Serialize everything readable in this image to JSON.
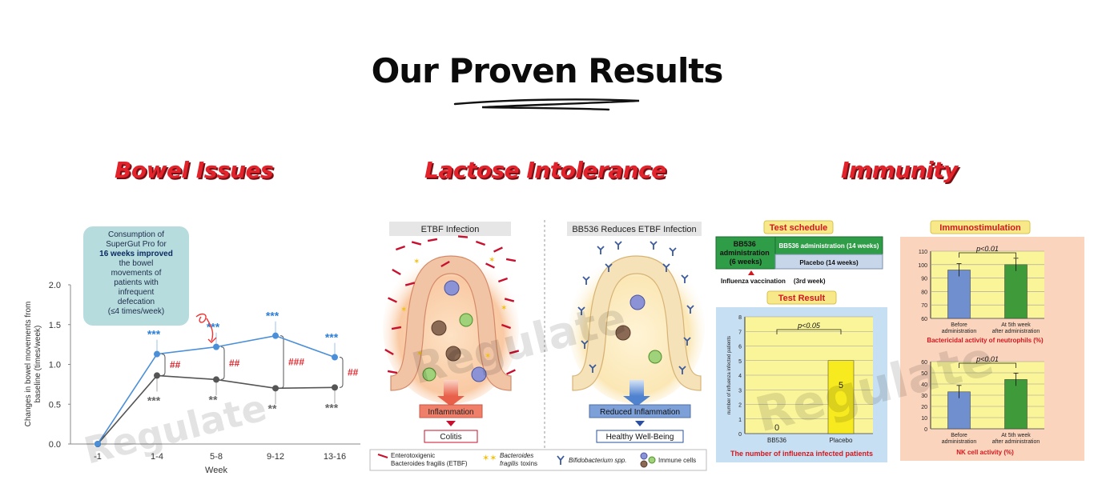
{
  "page": {
    "title": "Our Proven Results",
    "watermark": "Regulate"
  },
  "sections": {
    "bowel": "Bowel Issues",
    "lactose": "Lactose Intolerance",
    "immunity": "Immunity"
  },
  "bowel_callout": {
    "line1": "Consumption of",
    "line2": "SuperGut Pro for",
    "bold": "16 weeks improved",
    "line4": "the bowel",
    "line5": "movements of",
    "line6": "patients with",
    "line7": "infrequent",
    "line8": "defecation",
    "line9": "(≤4 times/week)"
  },
  "lactose_figure": {
    "left_panel_title": "ETBF Infection",
    "right_panel_title": "BB536 Reduces ETBF Infection",
    "left_box1": "Inflammation",
    "left_box2": "Colitis",
    "right_box1": "Reduced Inflammation",
    "right_box2": "Healthy Well-Being",
    "legend": {
      "etbf_line1": "Enterotoxigenic",
      "etbf_line2": "Bacteroides fragilis (ETBF)",
      "toxins_line1": "Bacteroides",
      "toxins_line2": "fragilis",
      "toxins_line2b": "toxins",
      "bifido": "Bifidobacterium spp.",
      "immune": "Immune cells"
    },
    "colors": {
      "etbf": "#c8102e",
      "toxin": "#f2c10f",
      "bifido": "#3a5a9c",
      "inflammation_box": "#f07f6a",
      "reduced_box": "#7da0d8"
    }
  },
  "immunity_figure": {
    "schedule_title": "Test schedule",
    "schedule_left": [
      "BB536",
      "administration",
      "(6 weeks)"
    ],
    "schedule_top_right": "BB536 administration (14 weeks)",
    "schedule_bottom_right": "Placebo  (14 weeks)",
    "vaccination": "Influenza vaccination",
    "vaccination_week": "(3rd week)",
    "result_title": "Test Result",
    "immuno_title": "Immunostimulation"
  },
  "chart_data": [
    {
      "type": "line",
      "title": "",
      "xlabel": "Week",
      "ylabel": "Changes in bowel movements from baseline (times/week)",
      "categories": [
        "-1",
        "1-4",
        "5-8",
        "9-12",
        "13-16"
      ],
      "ylim": [
        0,
        2.0
      ],
      "yticks": [
        "0.0",
        "0.5",
        "1.0",
        "1.5",
        "2.0"
      ],
      "series": [
        {
          "name": "",
          "color": "#4a8fd8",
          "values": [
            0.0,
            1.13,
            1.22,
            1.36,
            1.09
          ],
          "labels": [
            "",
            "***",
            "***",
            "***",
            "***"
          ]
        },
        {
          "name": "",
          "color": "#555555",
          "values": [
            0.0,
            0.86,
            0.81,
            0.7,
            0.71
          ],
          "labels": [
            "",
            "***",
            "**",
            "**",
            "***"
          ]
        }
      ],
      "between_labels": [
        "",
        "##",
        "##",
        "###",
        "##"
      ]
    },
    {
      "type": "bar",
      "ylabel": "number of influenza infected patients",
      "categories": [
        "BB536",
        "Placebo"
      ],
      "values": [
        0,
        5
      ],
      "data_labels": [
        "0",
        "5"
      ],
      "ylim": [
        0,
        8
      ],
      "yticks": [
        "0",
        "1",
        "2",
        "3",
        "4",
        "5",
        "6",
        "7",
        "8"
      ],
      "annotation": "p<0.05",
      "caption": "The number of influenza infected patients"
    },
    {
      "type": "bar",
      "categories": [
        "Before administration",
        "At 5th week after administration"
      ],
      "values": [
        96,
        100
      ],
      "ylim": [
        60,
        110
      ],
      "yticks": [
        "60",
        "70",
        "80",
        "90",
        "100",
        "110"
      ],
      "annotation": "p<0.01",
      "caption": "Bactericidal activity of neutrophils (%)"
    },
    {
      "type": "bar",
      "categories": [
        "Before administration",
        "At 5th week after administration"
      ],
      "values": [
        33,
        44
      ],
      "ylim": [
        0,
        60
      ],
      "yticks": [
        "0",
        "10",
        "20",
        "30",
        "40",
        "50",
        "60"
      ],
      "annotation": "p<0.01",
      "caption": "NK cell activity (%)"
    }
  ]
}
